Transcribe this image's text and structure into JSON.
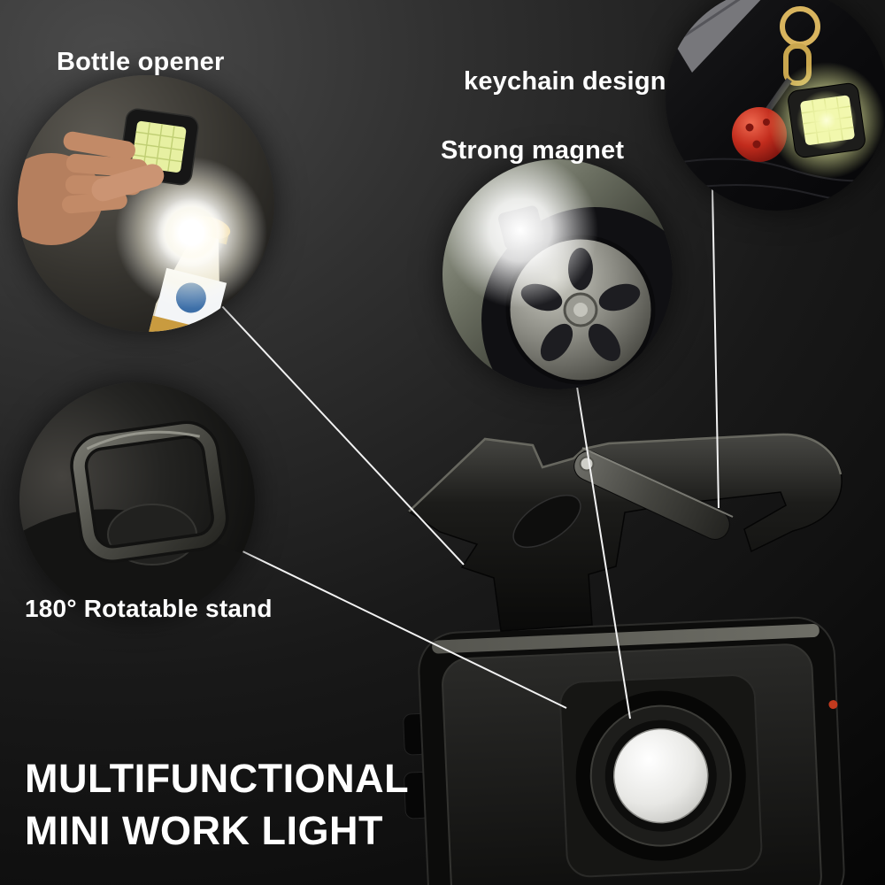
{
  "title": {
    "line1": "MULTIFUNCTIONAL",
    "line2": "MINI WORK LIGHT"
  },
  "callouts": {
    "bottle_opener": {
      "label": "Bottle opener",
      "photo": "hand-holding-cob-light-opening-bottle"
    },
    "keychain_design": {
      "label": "keychain design",
      "photo": "light-hanging-on-backpack-with-red-charm"
    },
    "strong_magnet": {
      "label": "Strong magnet",
      "photo": "light-magnet-attached-to-car-wheel"
    },
    "rotatable_stand": {
      "label": "180° Rotatable stand",
      "photo": "folding-stand-bracket-detail"
    }
  },
  "colors": {
    "background_top": "#4a4a4a",
    "background_bottom": "#050505",
    "text": "#ffffff",
    "connector_line": "#f2f2f2",
    "cob_glow": "#eef3a6",
    "magnet_face": "#f2f2f0",
    "keychain_ball_red": "#c22c1d",
    "bottle_cap_gold": "#d8a22b"
  }
}
